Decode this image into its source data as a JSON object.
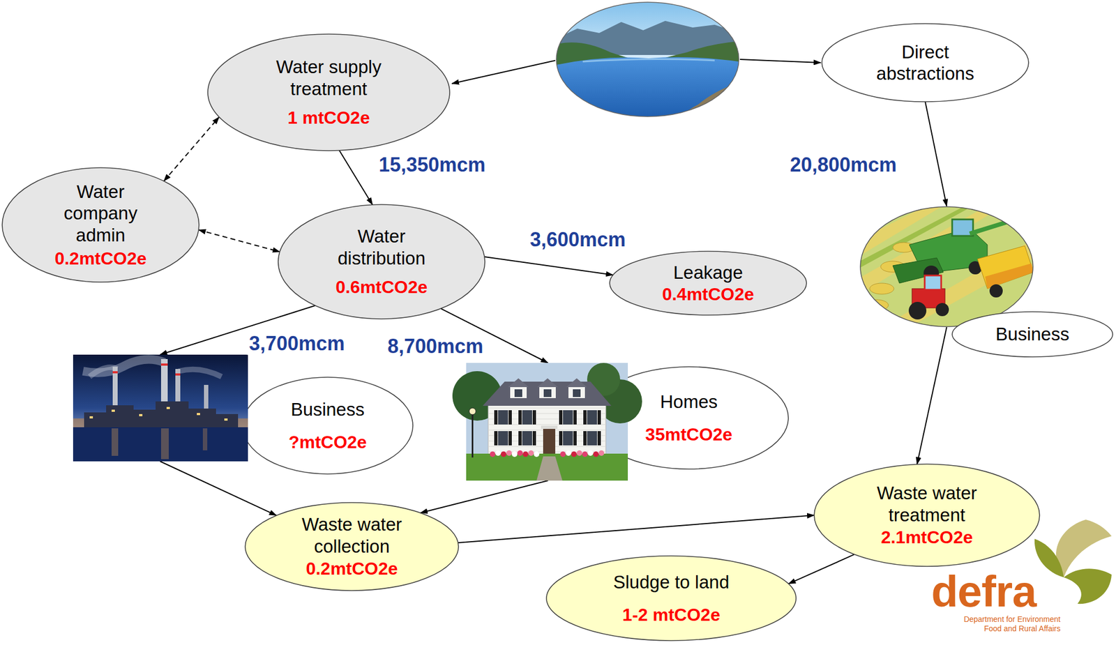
{
  "diagram": {
    "nodes": [
      {
        "text": [
          "Water supply treatment",
          "1 mtCO2e"
        ]
      },
      {
        "text": [
          "Direct abstractions"
        ]
      },
      {
        "text": [
          "Water company admin",
          "0.2mtCO2e"
        ]
      },
      {
        "text": [
          "Water distribution",
          "0.6mtCO2e"
        ]
      },
      {
        "text": [
          "Leakage",
          "0.4mtCO2e"
        ]
      },
      {
        "text": [
          "Business"
        ]
      },
      {
        "text": [
          "Business",
          "?mtCO2e"
        ]
      },
      {
        "text": [
          "Homes",
          "35mtCO2e"
        ]
      },
      {
        "text": [
          "Waste water collection",
          "0.2mtCO2e"
        ]
      },
      {
        "text": [
          "Waste water treatment",
          "2.1mtCO2e"
        ]
      },
      {
        "text": [
          "Sludge to land",
          "1-2 mtCO2e"
        ]
      }
    ],
    "edges": [
      {
        "from": 0,
        "to": 3,
        "arrow": "to",
        "label": "15,350mcm"
      },
      {
        "from": 2,
        "to": 0,
        "arrow": "both"
      },
      {
        "from": 2,
        "to": 3,
        "arrow": "both"
      },
      {
        "from": 3,
        "to": 4,
        "arrow": "to",
        "label": "3,600mcm"
      },
      {
        "from": 3,
        "to": 6,
        "arrow": "to",
        "label": "3,700mcm"
      },
      {
        "from": 3,
        "to": 7,
        "arrow": "to",
        "label": "8,700mcm"
      },
      {
        "from": 1,
        "to": 5,
        "arrow": "to",
        "label": "20,800mcm"
      },
      {
        "from": 5,
        "to": 9,
        "arrow": "to"
      },
      {
        "from": 6,
        "to": 8,
        "arrow": "to"
      },
      {
        "from": 7,
        "to": 8,
        "arrow": "to"
      },
      {
        "from": 8,
        "to": 9,
        "arrow": "to"
      },
      {
        "from": 9,
        "to": 10,
        "arrow": "to"
      }
    ],
    "labels": [
      "defra",
      "Department for Environment Food and Rural Affairs"
    ]
  }
}
